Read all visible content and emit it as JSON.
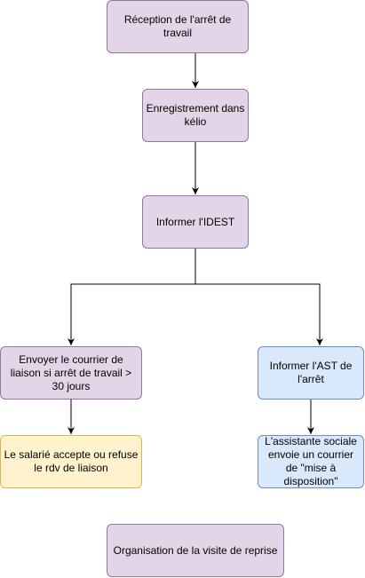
{
  "nodes": {
    "reception": "Réception de l'arrêt de travail",
    "enregistrement": "Enregistrement dans kélio",
    "informer_idest": "Informer l'IDEST",
    "envoyer_courrier": "Envoyer le courrier de liaison si arrêt de travail > 30 jours",
    "informer_ast": "Informer l'AST de l'arrêt",
    "salarie_accepte": "Le salarié accepte ou refuse le rdv de liaison",
    "assistante_sociale": "L'assistante sociale envoie un courrier de \"mise à disposition\"",
    "organisation_visite": "Organisation de la visite de reprise"
  },
  "colors": {
    "purple_fill": "#e1d5e7",
    "purple_stroke": "#9673a6",
    "yellow_fill": "#fff2cc",
    "yellow_stroke": "#d6b656",
    "blue_fill": "#dae8fc",
    "blue_stroke": "#6c8ebf",
    "connector": "#000000"
  }
}
